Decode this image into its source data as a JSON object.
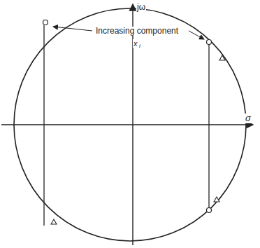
{
  "diagram": {
    "labels": [
      "jω",
      "σ",
      "Increasing component",
      "x",
      "i"
    ]
  }
}
